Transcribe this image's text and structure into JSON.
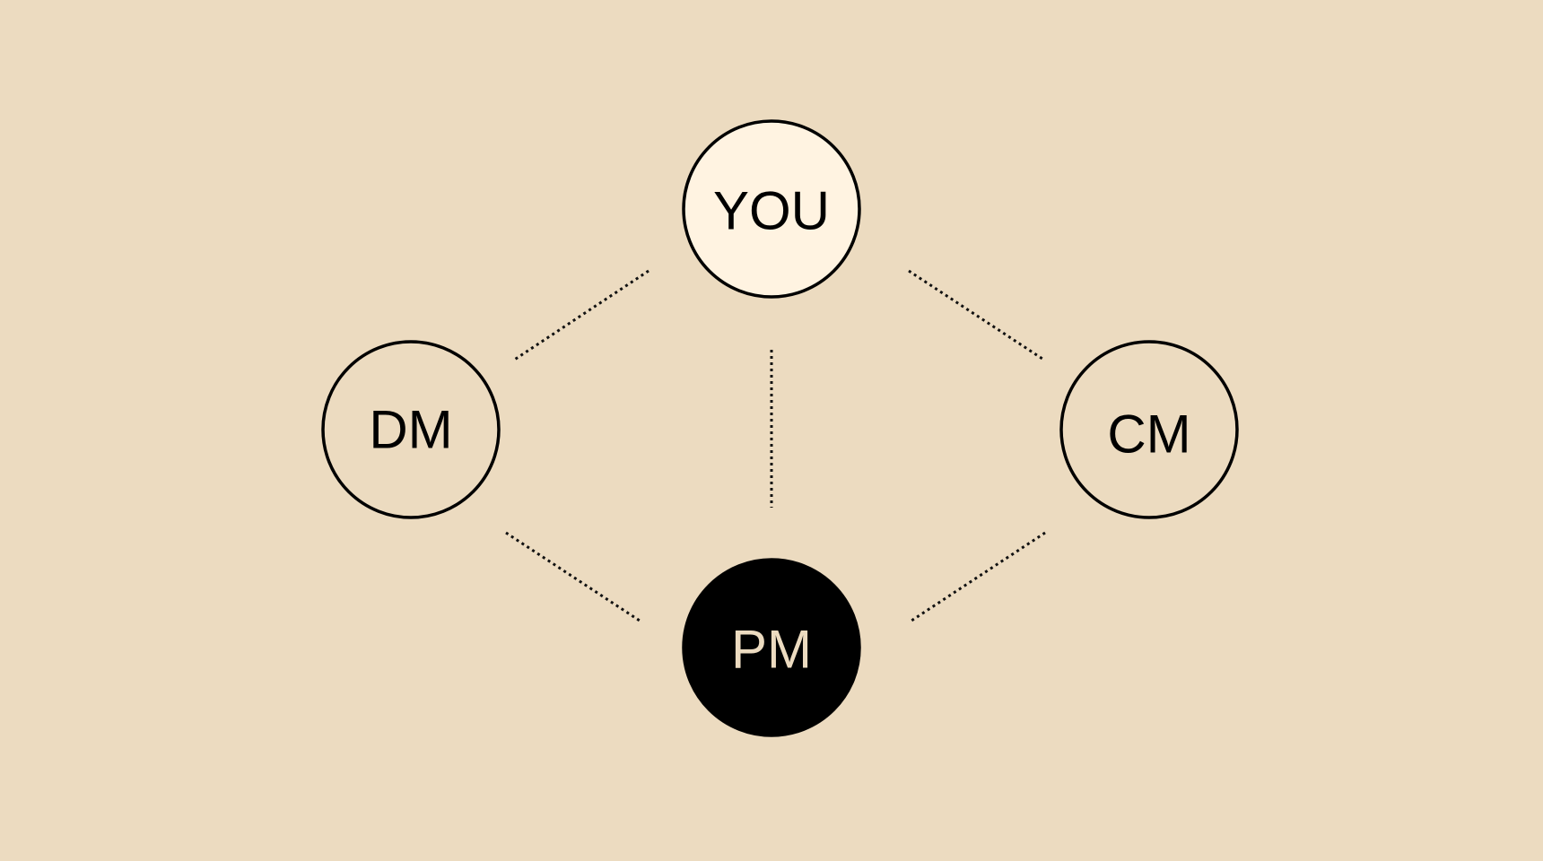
{
  "nodes": [
    {
      "id": "you",
      "label": "YOU",
      "fill": "#fff3e1",
      "text_color": "#000000"
    },
    {
      "id": "dm",
      "label": "DM",
      "fill": "#ecdbc0",
      "text_color": "#000000"
    },
    {
      "id": "cm",
      "label": "CM",
      "fill": "#ecdbc0",
      "text_color": "#000000"
    },
    {
      "id": "pm",
      "label": "PM",
      "fill": "#000000",
      "text_color": "#ecdbc0"
    }
  ],
  "edges": [
    {
      "from": "you",
      "to": "dm",
      "style": "dotted"
    },
    {
      "from": "you",
      "to": "cm",
      "style": "dotted"
    },
    {
      "from": "you",
      "to": "pm",
      "style": "dotted"
    },
    {
      "from": "dm",
      "to": "pm",
      "style": "dotted"
    },
    {
      "from": "cm",
      "to": "pm",
      "style": "dotted"
    }
  ],
  "colors": {
    "background": "#ecdbc0",
    "stroke": "#000000"
  }
}
